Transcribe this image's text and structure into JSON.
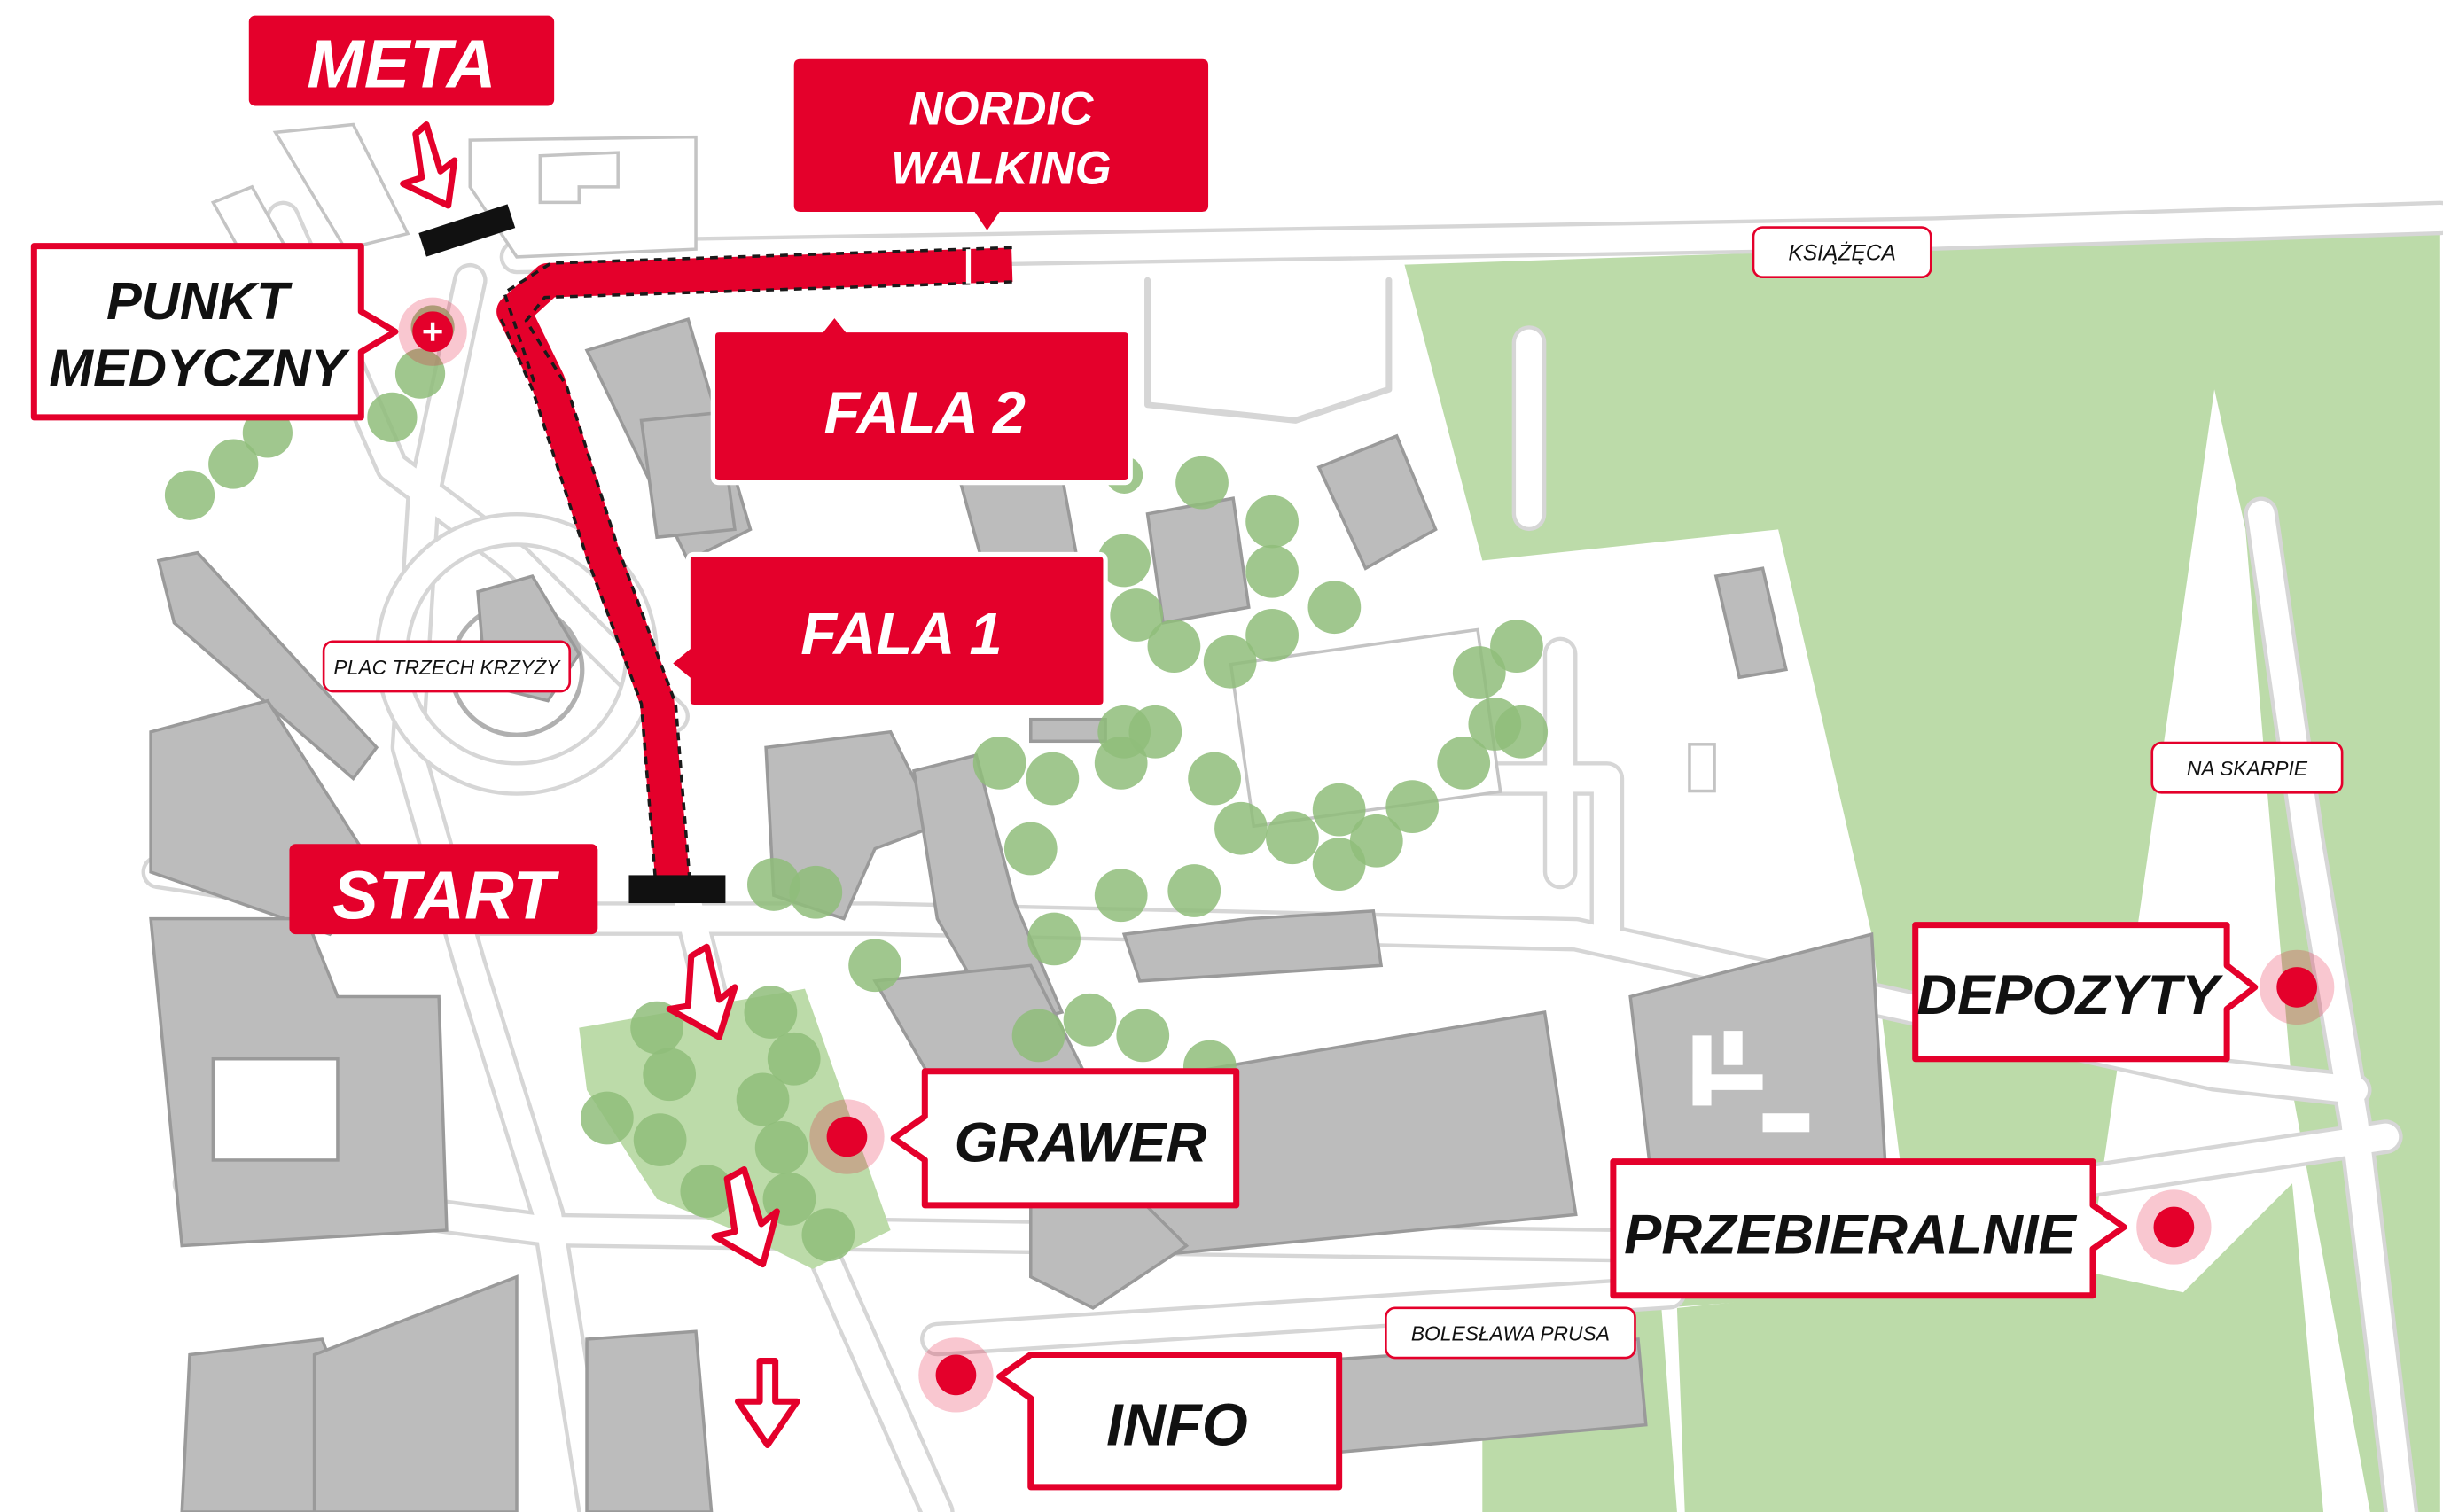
{
  "labels": {
    "meta": "META",
    "start": "START",
    "nordic_line1": "NORDIC",
    "nordic_line2": "WALKING",
    "fala2": "FALA 2",
    "fala1": "FALA 1",
    "punkt_line1": "PUNKT",
    "punkt_line2": "MEDYCZNY",
    "grawer": "GRAWER",
    "depozyty": "DEPOZYTY",
    "przebieralnie": "PRZEBIERALNIE",
    "info": "INFO"
  },
  "streets": {
    "ksiazeca": "KSIĄŻĘCA",
    "plac": "PLAC TRZECH KRZYŻY",
    "na_skarpie": "NA SKARPIE",
    "boleslawa": "BOLESŁAWA PRUSA"
  },
  "colors": {
    "accent": "#e4002b",
    "building": "#bcbcbc",
    "park": "#bcdba9",
    "tree": "#92bf7e",
    "road_edge": "#d6d6d6"
  }
}
